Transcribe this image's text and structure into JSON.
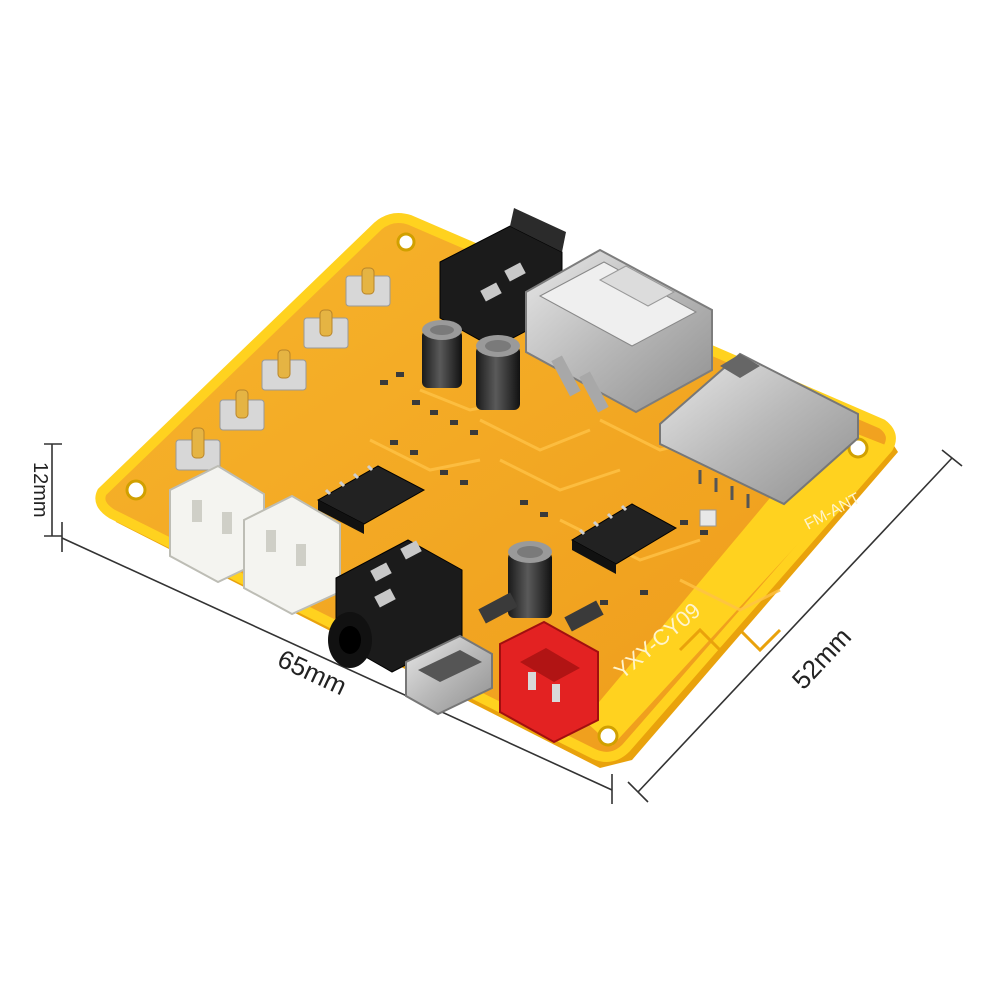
{
  "dimensions": {
    "length": "65mm",
    "width": "52mm",
    "height": "12mm"
  },
  "board": {
    "silkscreen_model": "YXY-CY09",
    "silkscreen_antenna": "FM-ANT",
    "pcb_color": "#f5a623",
    "pcb_edge_color": "#ffd21f"
  }
}
